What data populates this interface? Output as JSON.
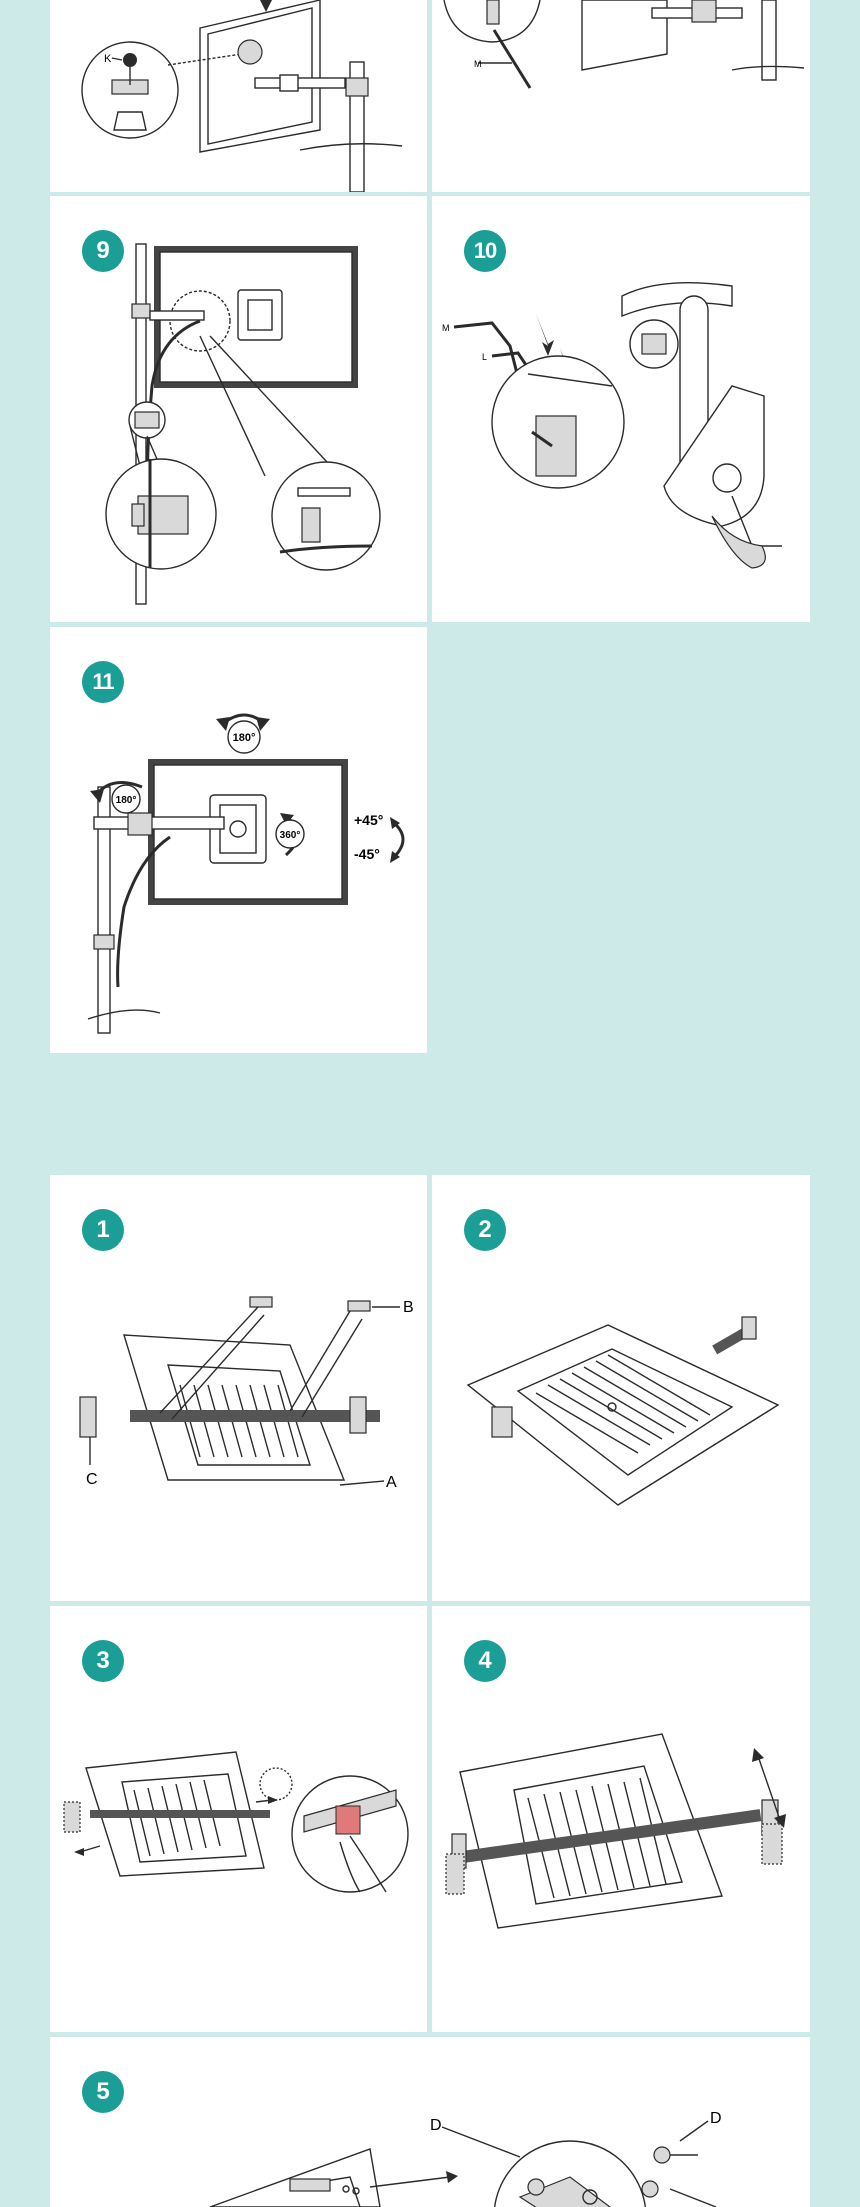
{
  "colors": {
    "background": "#cdeae9",
    "card": "#ffffff",
    "badge": "#1a9e96"
  },
  "steps_top": [
    {
      "id": "top-left-partial",
      "labels": [
        "K"
      ]
    },
    {
      "id": "top-right-partial",
      "labels": [
        "M"
      ]
    },
    {
      "id": "9",
      "number": "9"
    },
    {
      "id": "10",
      "number": "10",
      "labels": [
        "M",
        "L"
      ]
    },
    {
      "id": "11",
      "number": "11",
      "rotation_labels": [
        "180°",
        "180°",
        "360°",
        "+45°",
        "-45°"
      ]
    }
  ],
  "steps_bottom": [
    {
      "number": "1",
      "labels": [
        "B",
        "C",
        "A"
      ]
    },
    {
      "number": "2"
    },
    {
      "number": "3"
    },
    {
      "number": "4"
    },
    {
      "number": "5",
      "labels": [
        "D",
        "D"
      ]
    }
  ],
  "labels": {
    "k": "K",
    "m": "M",
    "m2": "M",
    "l": "L",
    "r180a": "180°",
    "r180b": "180°",
    "r360": "360°",
    "p45": "+45°",
    "n45": "-45°",
    "b": "B",
    "c": "C",
    "a": "A",
    "d1": "D",
    "d2": "D"
  },
  "numbers": {
    "s9": "9",
    "s10": "10",
    "s11": "11",
    "s1": "1",
    "s2": "2",
    "s3": "3",
    "s4": "4",
    "s5": "5"
  }
}
